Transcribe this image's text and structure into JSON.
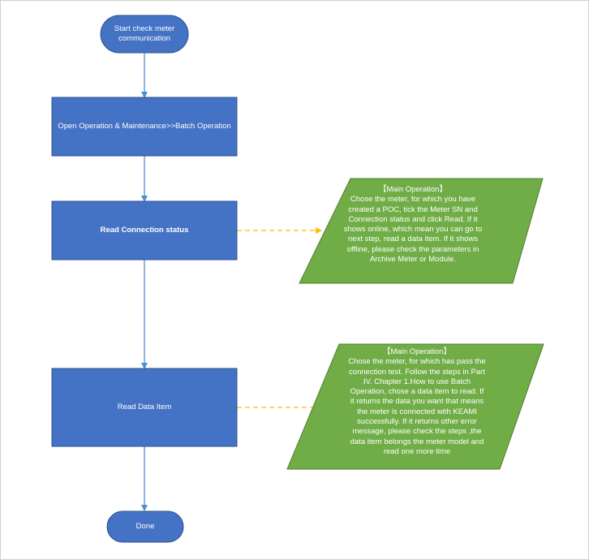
{
  "flowchart": {
    "start": {
      "label": "Start check meter communication"
    },
    "step1": {
      "label": "Open Operation & Maintenance>>Batch Operation"
    },
    "step2": {
      "label": "Read Connection status"
    },
    "step3": {
      "label": "Read Data Item"
    },
    "end": {
      "label": "Done"
    },
    "note1": {
      "heading": "【Main Operation】",
      "body": "Chose the meter, for which you have created a POC, tick the Meter SN and Connection status and click Read. If it shows online, which mean you can go to next step, read a data item. If it shows offline, please check the parameters in Archive Meter or Module."
    },
    "note2": {
      "heading": "【Main Operation】",
      "body": "Chose the meter, for which has pass the connection test. Follow the steps in Part IV. Chapter 1.How to use Batch Operation, chose a data item to read.  If it returns the data you want that means the meter is connected with KEAMI successfully. If it returns other error message, please check the steps ,the data item belongs the meter model and read one more time"
    },
    "colors": {
      "process_fill": "#4472c4",
      "process_border": "#2f528f",
      "note_fill": "#70ad47",
      "note_border": "#507e32",
      "arrow": "#4a8fd0",
      "dashed_connector": "#ffc000"
    }
  }
}
